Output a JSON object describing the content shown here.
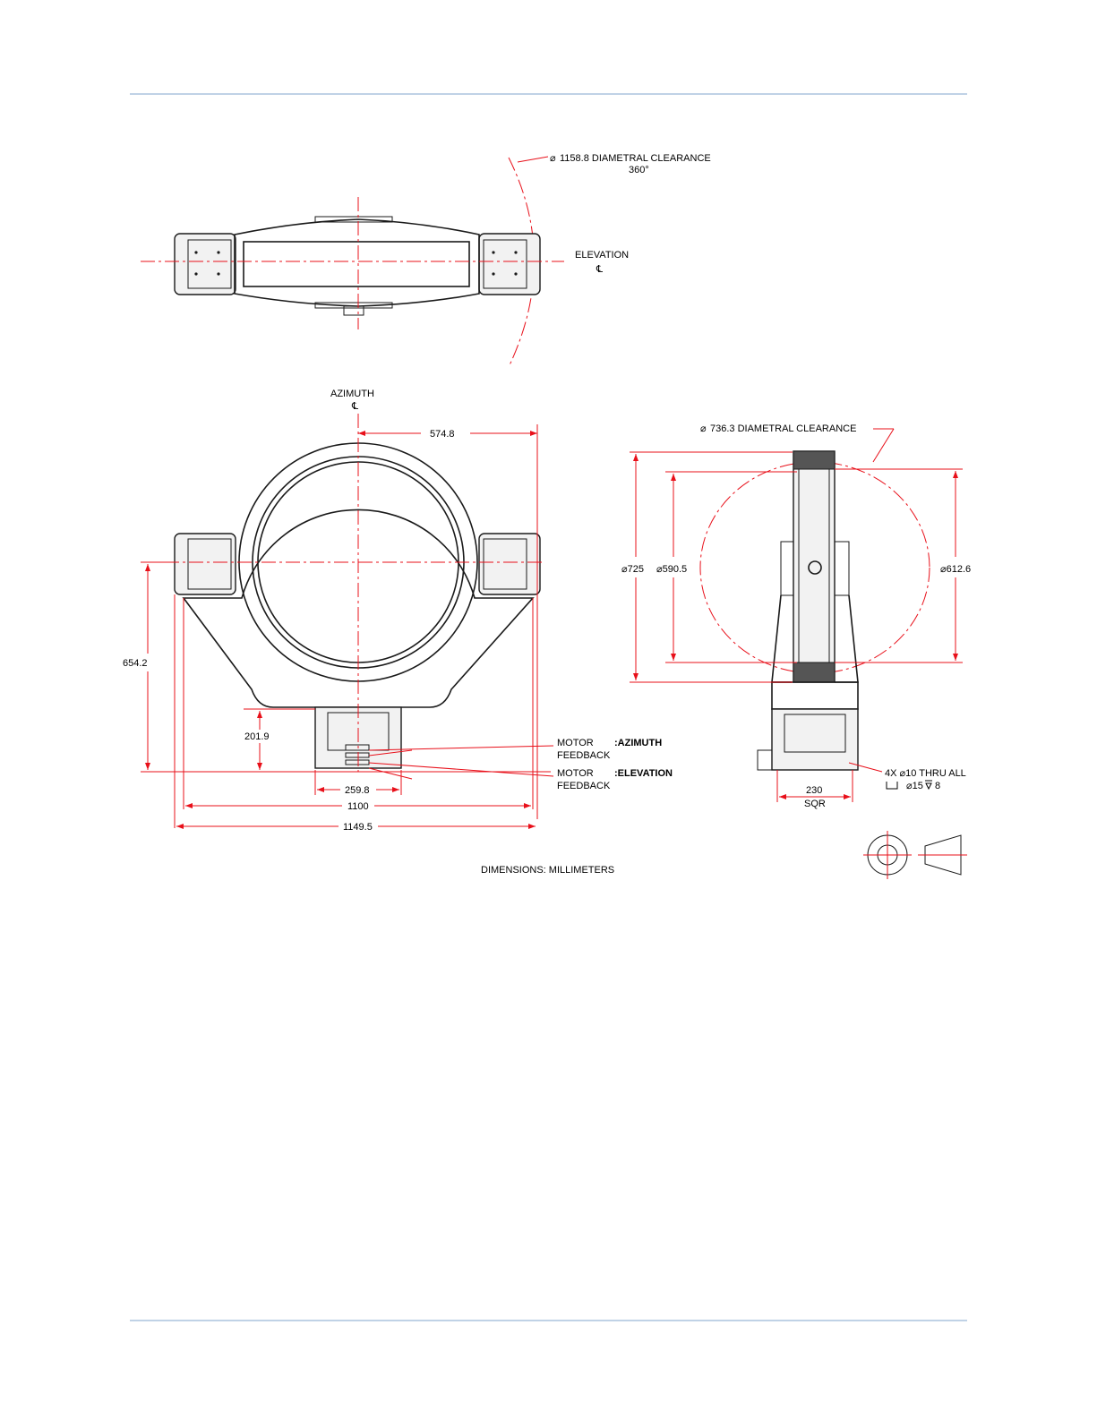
{
  "labels": {
    "clearance_top": "1158.8 DIAMETRAL CLEARANCE",
    "clearance_top_angle": "360°",
    "elevation": "ELEVATION",
    "azimuth": "AZIMUTH",
    "clearance_side": "736.3 DIAMETRAL CLEARANCE",
    "motor_1": "MOTOR",
    "azimuth_tag": ":AZIMUTH",
    "feedback_1": "FEEDBACK",
    "motor_2": "MOTOR",
    "elevation_tag": ":ELEVATION",
    "feedback_2": "FEEDBACK",
    "thru_all": "4X ⌀10 THRU ALL",
    "counterbore": "⌀15",
    "counterbore_depth": "8",
    "sqr": "SQR",
    "units": "DIMENSIONS:  MILLIMETERS"
  },
  "dimensions": {
    "d_574_8": "574.8",
    "d_654_2": "654.2",
    "d_201_9": "201.9",
    "d_259_8": "259.8",
    "d_1100": "1100",
    "d_1149_5": "1149.5",
    "d_725": "⌀725",
    "d_590_5": "⌀590.5",
    "d_612_6": "⌀612.6",
    "d_230": "230"
  },
  "colors": {
    "dimension_line": "#e8101a",
    "part_line": "#1a1a1a",
    "page_rule": "#9bb8d6"
  }
}
